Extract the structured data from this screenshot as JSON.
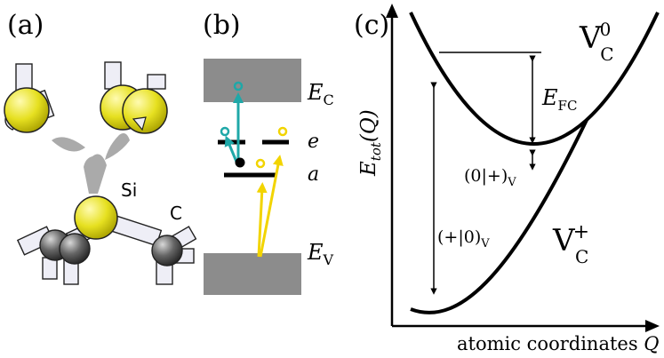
{
  "panels": {
    "a": {
      "label": "(a)",
      "atom_si": "Si",
      "atom_c": "C"
    },
    "b": {
      "label": "(b)",
      "conduction_band": {
        "symbol": "E",
        "subscript": "C"
      },
      "valence_band": {
        "symbol": "E",
        "subscript": "V"
      },
      "level_e": "e",
      "level_a": "a"
    },
    "c": {
      "label": "(c)",
      "y_axis": {
        "main": "E",
        "sub": "tot",
        "arg": "(Q)"
      },
      "x_axis": {
        "main": "atomic coordinates ",
        "var": "Q"
      },
      "neutral_curve": {
        "symbol": "V",
        "subscript": "C",
        "superscript": "0"
      },
      "positive_curve": {
        "symbol": "V",
        "subscript": "C",
        "superscript": "+"
      },
      "franck_condon": {
        "symbol": "E",
        "subscript": "FC"
      },
      "transition_0_plus": {
        "text": "(0|+)",
        "subscript": "V"
      },
      "transition_plus_0": {
        "text": "(+|0)",
        "subscript": "V"
      }
    }
  },
  "colors": {
    "band_gray": "#8c8c8c",
    "teal": "#1fa8a8",
    "yellow": "#f2d400",
    "silicon": "#e6e020",
    "carbon": "#555555",
    "bond": "#e8e8f2"
  }
}
